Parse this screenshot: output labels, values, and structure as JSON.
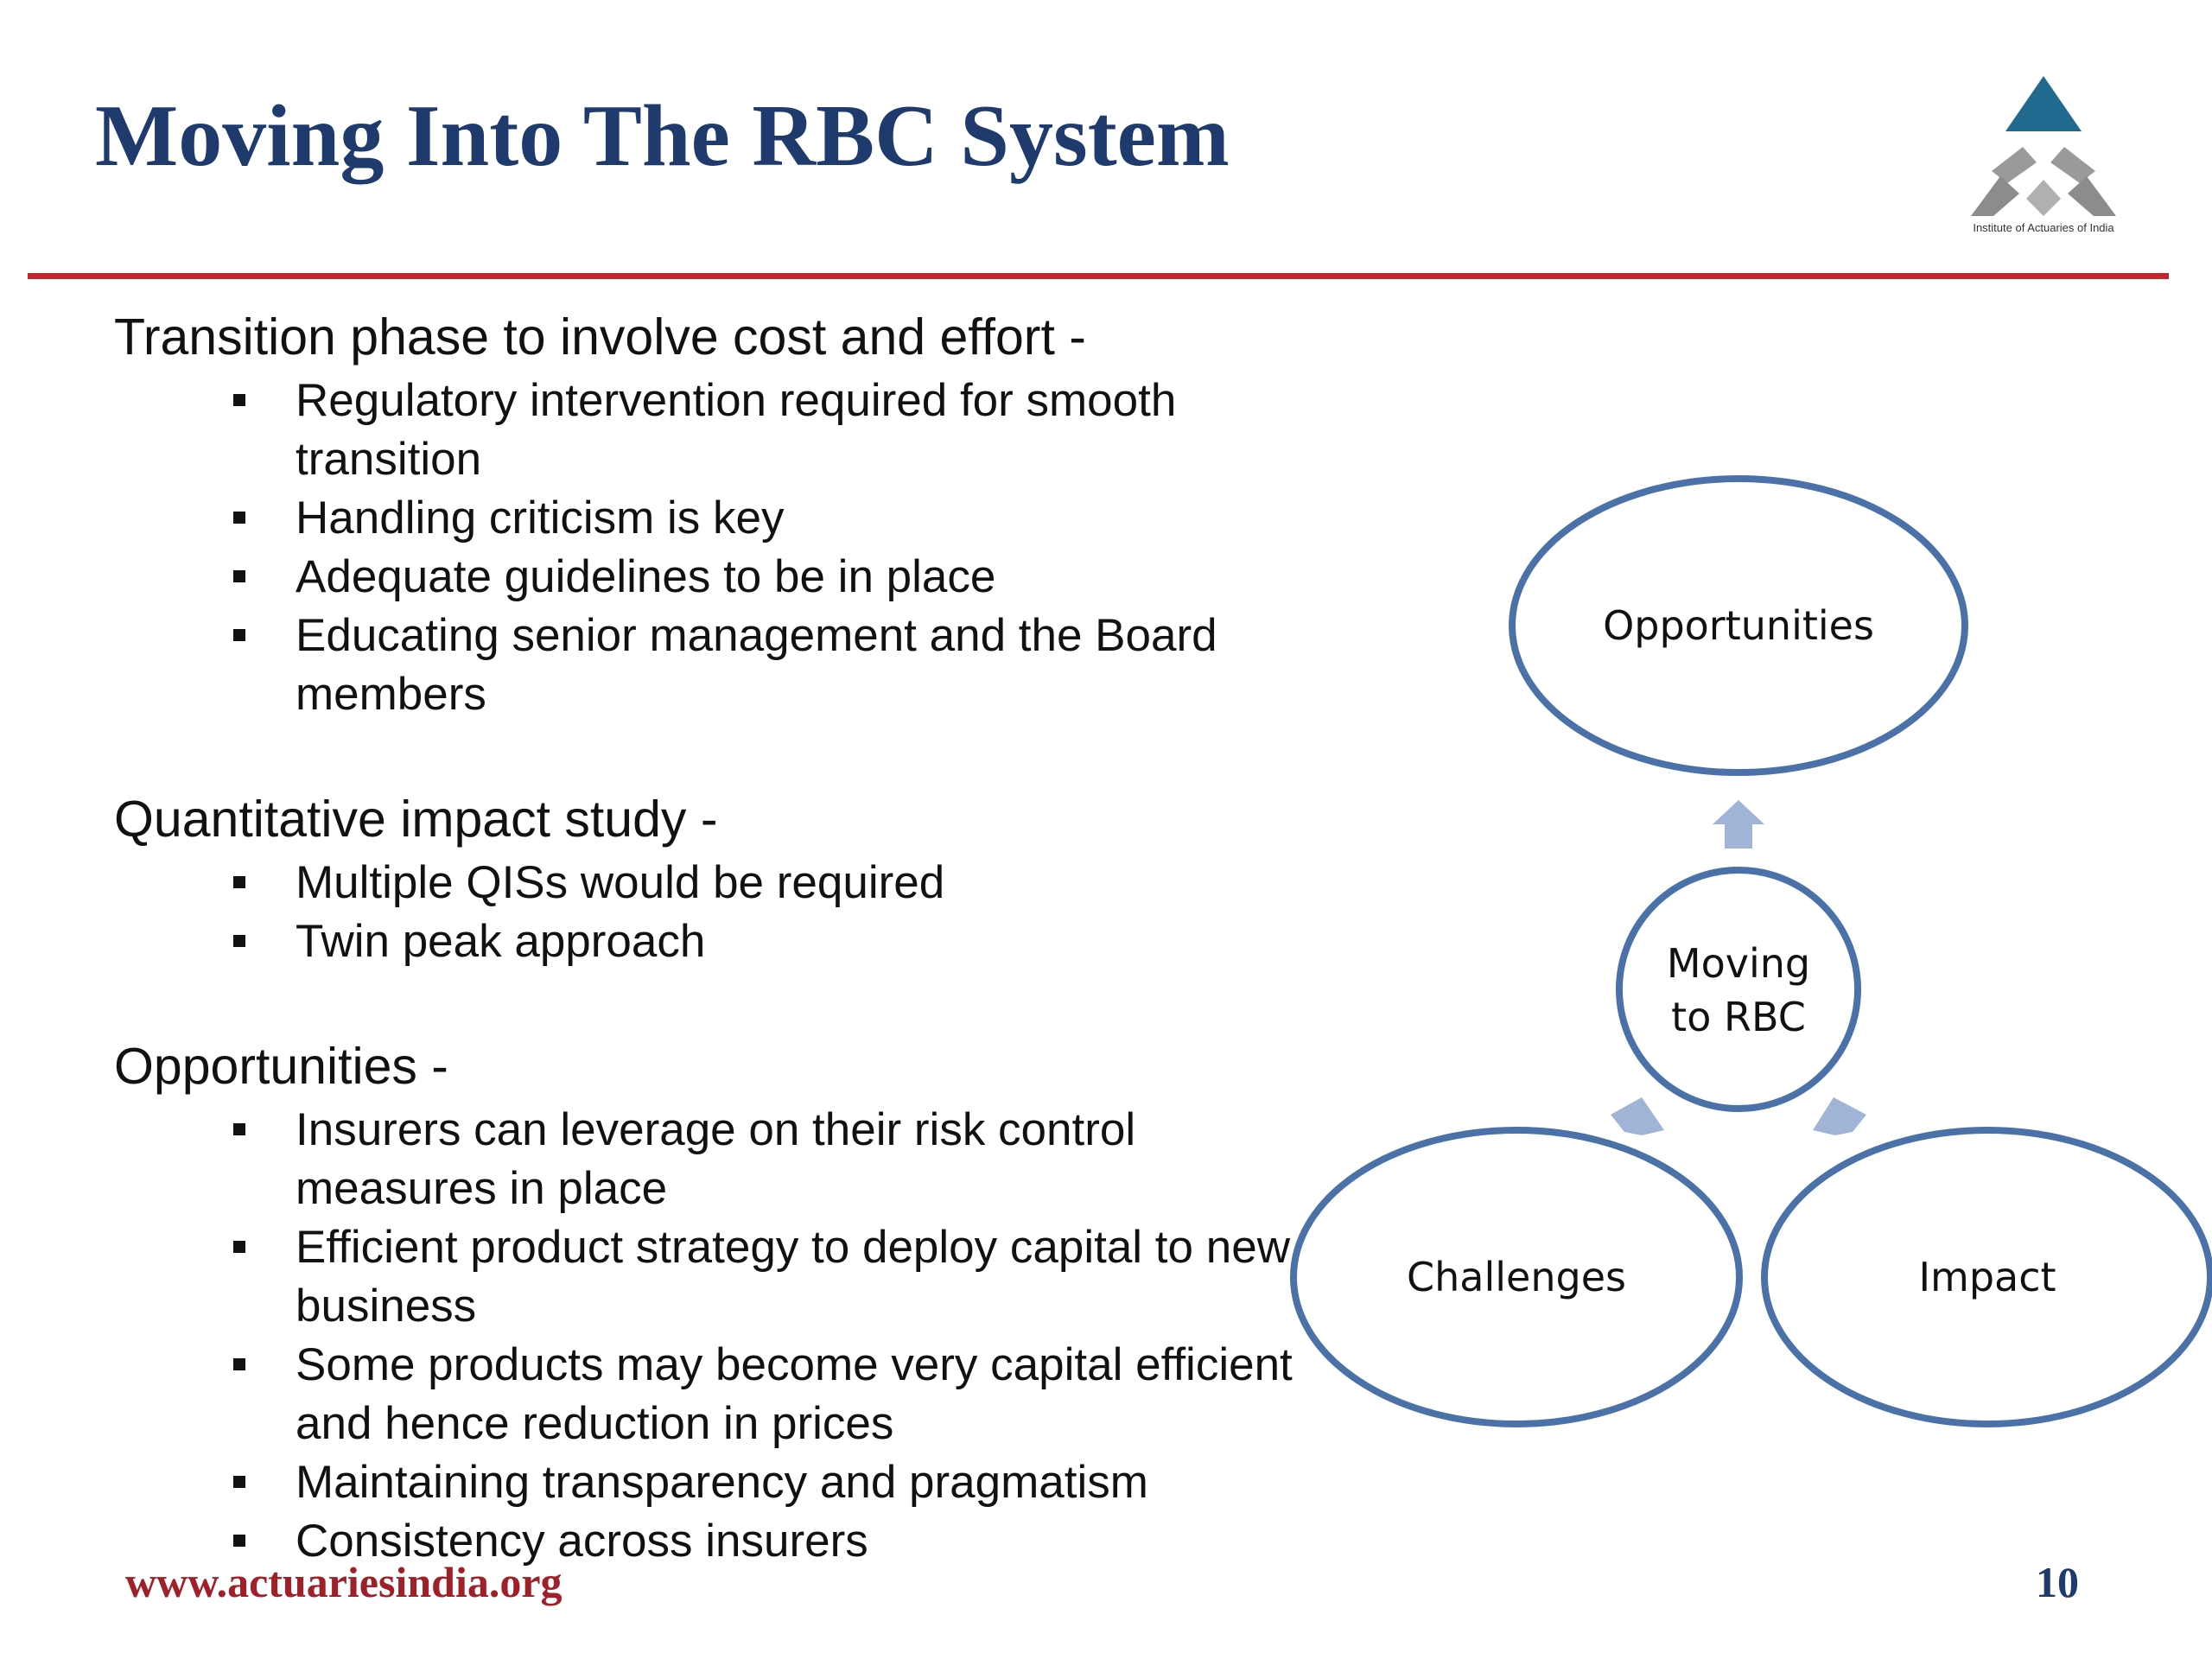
{
  "slide": {
    "title": "Moving Into The RBC System",
    "logo_text": "Institute of Actuaries of India",
    "footer_url": "www.actuariesindia.org",
    "page_number": "10"
  },
  "sections": [
    {
      "heading": "Transition phase to involve cost and effort -",
      "bullets": [
        "Regulatory intervention required for smooth transition",
        "Handling criticism is key",
        "Adequate guidelines to be in place",
        "Educating senior management and the Board members"
      ]
    },
    {
      "heading": "Quantitative impact study -",
      "bullets": [
        "Multiple QISs would be required",
        "Twin peak approach"
      ]
    },
    {
      "heading": "Opportunities -",
      "bullets": [
        "Insurers can leverage on their risk control measures in place",
        "Efficient product strategy to deploy capital to new business",
        "Some products may become very capital efficient and hence reduction in prices",
        "Maintaining transparency and pragmatism",
        "Consistency across insurers"
      ]
    }
  ],
  "diagram": {
    "center_line1": "Moving",
    "center_line2": "to RBC",
    "top": "Opportunities",
    "bottom_left": "Challenges",
    "bottom_right": "Impact",
    "outline_color": "#4a72a8",
    "arrow_color": "#9fb4d6"
  }
}
